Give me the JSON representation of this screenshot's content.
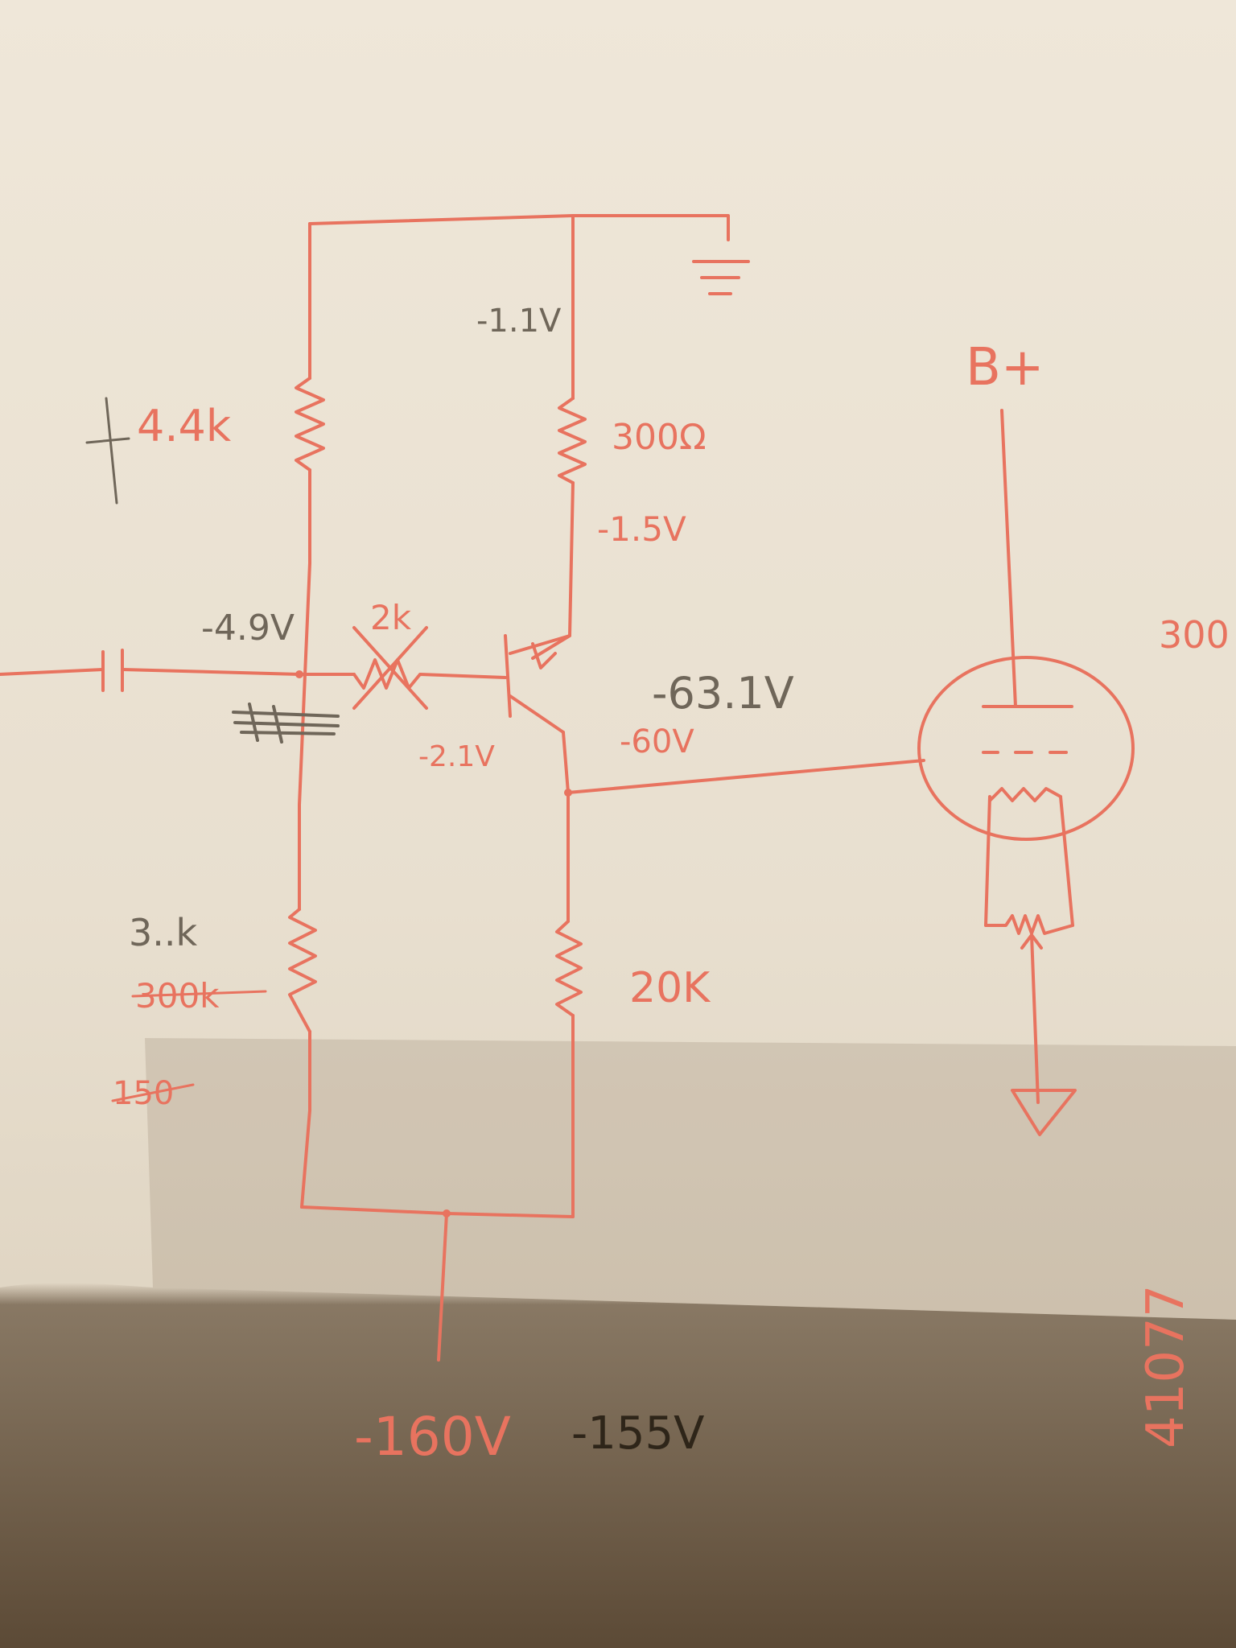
{
  "colors": {
    "paper_light": "#efe7d9",
    "paper_mid": "#e3d8c6",
    "shadow_dark": "#5e4c38",
    "ink_red": "#e8735f",
    "ink_dark": "#6f6659"
  },
  "labels": {
    "r_top_left": "4.4k",
    "r_top_left_strike": "4",
    "v_top_right": "-1.1V",
    "r_emitter": "300Ω",
    "v_emitter": "-1.5V",
    "v_base_node": "-4.9V",
    "r_base": "2k",
    "v_base_old": "-2.1V",
    "v_collector_dark": "-63.1V",
    "v_collector_red": "-60V",
    "r_bottom_left_dark": "3..k",
    "r_bottom_left_red": "300k",
    "r_bottom_left_extra": "150",
    "r_collector": "20K",
    "tube_supply": "B+",
    "v_supply_red": "-160V",
    "v_supply_dark": "-155V",
    "edge_note_top": "300",
    "edge_note_side": "41077"
  }
}
